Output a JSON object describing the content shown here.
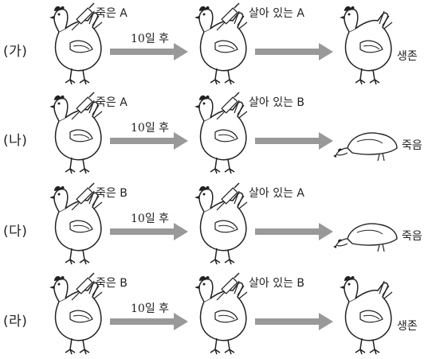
{
  "after_label": "10일 후",
  "rows": [
    {
      "label": "(가)",
      "first": "죽은 A",
      "second": "살아 있는 A",
      "result": "생존"
    },
    {
      "label": "(나)",
      "first": "죽은 A",
      "second": "살아 있는 B",
      "result": "죽음"
    },
    {
      "label": "(다)",
      "first": "죽은 B",
      "second": "살아 있는 A",
      "result": "죽음"
    },
    {
      "label": "(라)",
      "first": "죽은 B",
      "second": "살아 있는 B",
      "result": "생존"
    }
  ]
}
